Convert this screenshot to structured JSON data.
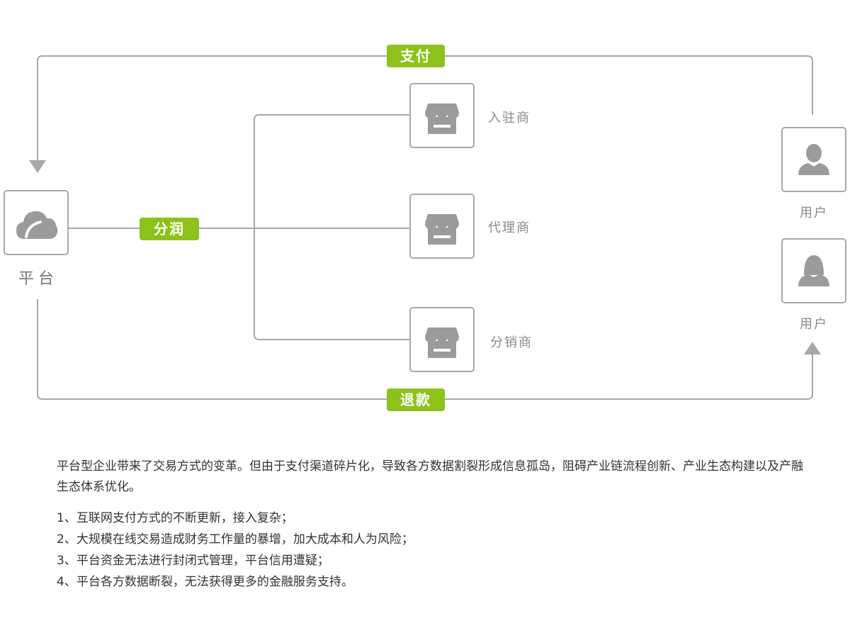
{
  "diagram": {
    "platform": {
      "label": "平台",
      "icon": "cloud-icon"
    },
    "merchants": [
      {
        "label": "入驻商",
        "icon": "store-icon"
      },
      {
        "label": "代理商",
        "icon": "store-icon"
      },
      {
        "label": "分销商",
        "icon": "store-icon"
      }
    ],
    "users": [
      {
        "label": "用户",
        "icon": "user-male-icon"
      },
      {
        "label": "用户",
        "icon": "user-female-icon"
      }
    ],
    "flows": {
      "payment": "支付",
      "profit_share": "分润",
      "refund": "退款"
    },
    "colors": {
      "accent": "#8cc21a",
      "line": "#a8a8a8",
      "icon": "#9b9b9b"
    }
  },
  "description": {
    "intro": "平台型企业带来了交易方式的变革。但由于支付渠道碎片化，导致各方数据割裂形成信息孤岛，阻碍产业链流程创新、产业生态构建以及产融生态体系优化。",
    "points": [
      "1、互联网支付方式的不断更新，接入复杂；",
      "2、大规模在线交易造成财务工作量的暴增，加大成本和人为风险；",
      "3、平台资金无法进行封闭式管理，平台信用遭疑；",
      "4、平台各方数据断裂，无法获得更多的金融服务支持。"
    ]
  }
}
